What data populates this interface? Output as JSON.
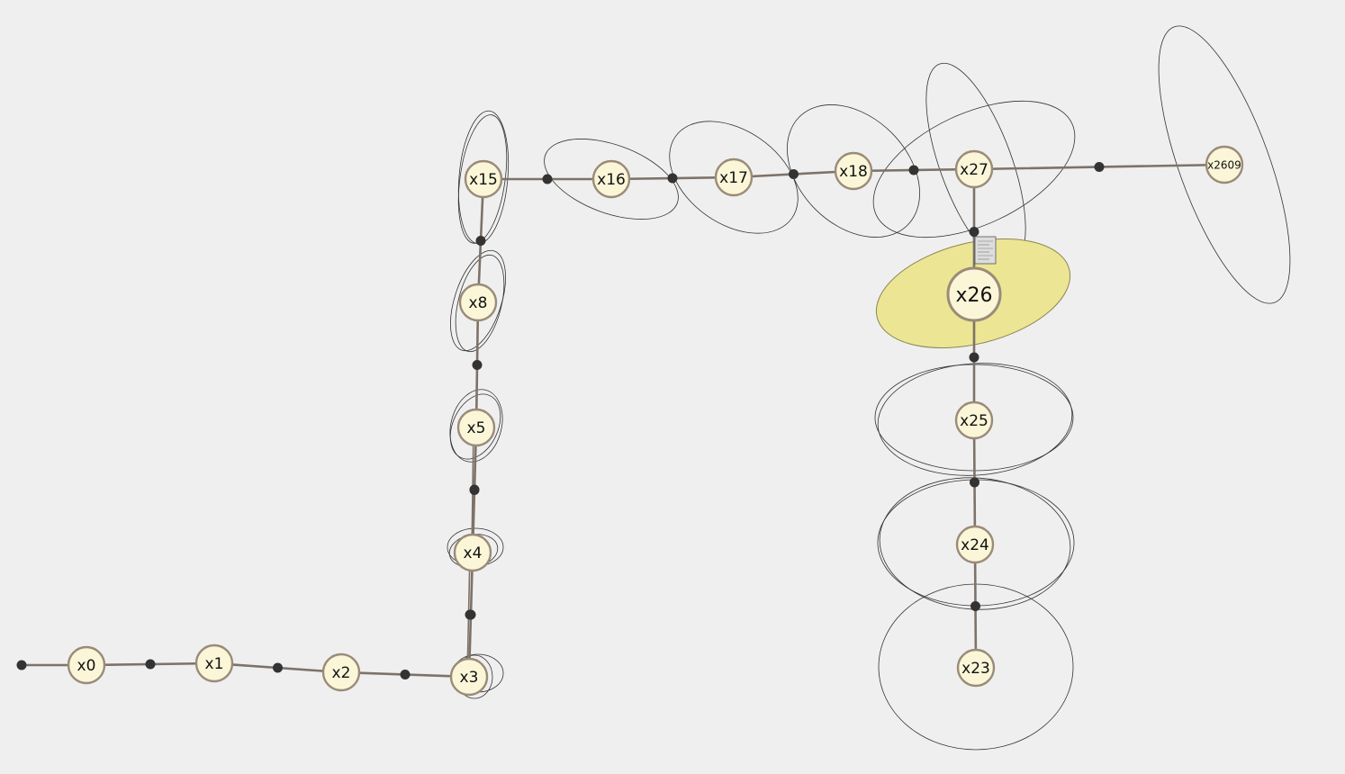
{
  "colors": {
    "background": "#efefef",
    "edge": "#7d7269",
    "node_fill": "#fbf6d8",
    "node_stroke": "#9a8b79",
    "factor": "#333333",
    "ellipse_stroke": "#333333",
    "selected_fill": "#ece594",
    "note_fill": "#dddddd"
  },
  "nodes": [
    {
      "id": "x0",
      "label": "x0"
    },
    {
      "id": "x1",
      "label": "x1"
    },
    {
      "id": "x2",
      "label": "x2"
    },
    {
      "id": "x3",
      "label": "x3"
    },
    {
      "id": "x4",
      "label": "x4"
    },
    {
      "id": "x5",
      "label": "x5"
    },
    {
      "id": "x8",
      "label": "x8"
    },
    {
      "id": "x15",
      "label": "x15"
    },
    {
      "id": "x16",
      "label": "x16"
    },
    {
      "id": "x17",
      "label": "x17"
    },
    {
      "id": "x18",
      "label": "x18"
    },
    {
      "id": "x27",
      "label": "x27"
    },
    {
      "id": "x2609",
      "label": "x2609"
    },
    {
      "id": "x26",
      "label": "x26",
      "selected": true
    },
    {
      "id": "x25",
      "label": "x25"
    },
    {
      "id": "x24",
      "label": "x24"
    },
    {
      "id": "x23",
      "label": "x23"
    }
  ],
  "edges": [
    [
      "x0",
      "x1"
    ],
    [
      "x1",
      "x2"
    ],
    [
      "x2",
      "x3"
    ],
    [
      "x3",
      "x4"
    ],
    [
      "x4",
      "x5"
    ],
    [
      "x5",
      "x8"
    ],
    [
      "x8",
      "x15"
    ],
    [
      "x15",
      "x16"
    ],
    [
      "x16",
      "x17"
    ],
    [
      "x17",
      "x18"
    ],
    [
      "x18",
      "x27"
    ],
    [
      "x27",
      "x2609"
    ],
    [
      "x27",
      "x26"
    ],
    [
      "x26",
      "x25"
    ],
    [
      "x25",
      "x24"
    ],
    [
      "x24",
      "x23"
    ]
  ]
}
